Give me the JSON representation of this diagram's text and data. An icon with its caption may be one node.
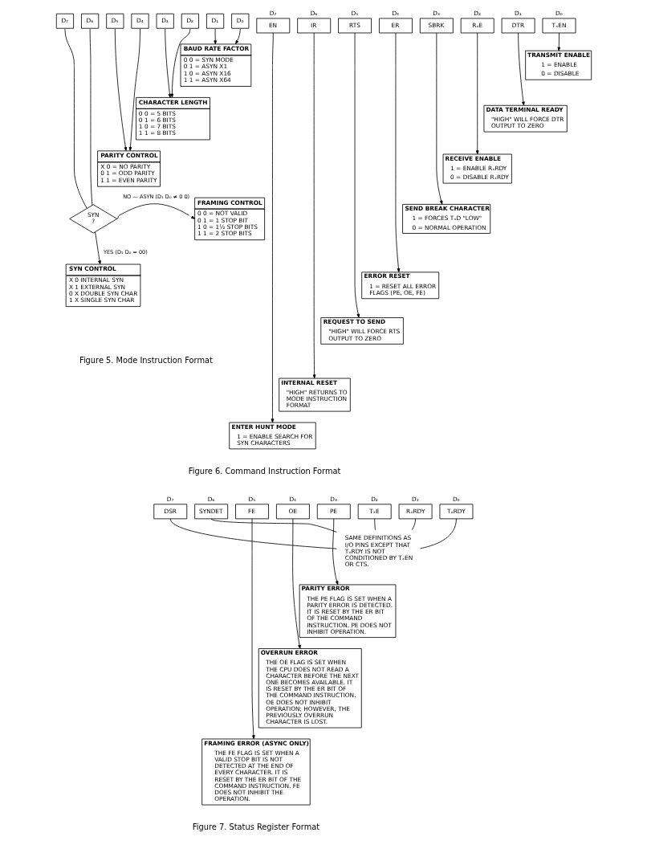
{
  "diagram": {
    "nodes": [
      {
        "text": [
          "D₇"
        ]
      },
      {
        "text": [
          "D₆"
        ]
      },
      {
        "text": [
          "D₅"
        ]
      },
      {
        "text": [
          "D₄"
        ]
      },
      {
        "text": [
          "D₃"
        ]
      },
      {
        "text": [
          "D₂"
        ]
      },
      {
        "text": [
          "D₁"
        ]
      },
      {
        "text": [
          "D₀"
        ]
      },
      {
        "text": [
          "BAUD RATE FACTOR",
          "0 0 = SYN MODE",
          "0 1 = ASYN X1",
          "1 0 = ASYN X16",
          "1 1 = ASYN X64"
        ]
      },
      {
        "text": [
          "CHARACTER LENGTH",
          "0 0 = 5 BITS",
          "0 1 = 6 BITS",
          "1 0 = 7 BITS",
          "1 1 = 8 BITS"
        ]
      },
      {
        "text": [
          "PARITY CONTROL",
          "X 0 = NO PARITY",
          "0 1 = ODD PARITY",
          "1 1 = EVEN PARITY"
        ]
      },
      {
        "text": [
          "SYN ?"
        ]
      },
      {
        "text": [
          "FRAMING CONTROL",
          "0 0 = NOT VALID",
          "0 1 = 1 STOP BIT",
          "1 0 = 1½ STOP BITS",
          "1 1 = 2 STOP BITS"
        ]
      },
      {
        "text": [
          "SYN CONTROL",
          "X 0 INTERNAL SYN",
          "X 1 EXTERNAL SYN",
          "0 X DOUBLE SYN CHAR",
          "1 X SINGLE SYN CHAR"
        ]
      },
      {
        "text": [
          "EN"
        ],
        "beside": [
          "D₇"
        ]
      },
      {
        "text": [
          "IR"
        ],
        "beside": [
          "D₆"
        ]
      },
      {
        "text": [
          "RTS"
        ],
        "beside": [
          "D₅"
        ]
      },
      {
        "text": [
          "ER"
        ],
        "beside": [
          "D₄"
        ]
      },
      {
        "text": [
          "SBRK"
        ],
        "beside": [
          "D₃"
        ]
      },
      {
        "text": [
          "RₓE"
        ],
        "beside": [
          "D₂"
        ]
      },
      {
        "text": [
          "DTR"
        ],
        "beside": [
          "D₁"
        ]
      },
      {
        "text": [
          "TₓEN"
        ],
        "beside": [
          "D₀"
        ]
      },
      {
        "text": [
          "TRANSMIT ENABLE",
          "1 = ENABLE",
          "0 = DISABLE"
        ]
      },
      {
        "text": [
          "DATA TERMINAL READY",
          "\"HIGH\" WILL FORCE DTR OUTPUT TO ZERO"
        ]
      },
      {
        "text": [
          "RECEIVE ENABLE",
          "1 = ENABLE RₓRDY",
          "0 = DISABLE RₓRDY"
        ]
      },
      {
        "text": [
          "SEND BREAK CHARACTER",
          "1 = FORCES TₓD \"LOW\"",
          "0 = NORMAL OPERATION"
        ]
      },
      {
        "text": [
          "ERROR RESET",
          "1 = RESET ALL ERROR FLAGS (PE, OE, FE)"
        ]
      },
      {
        "text": [
          "REQUEST TO SEND",
          "\"HIGH\" WILL FORCE RTS OUTPUT TO ZERO"
        ]
      },
      {
        "text": [
          "INTERNAL RESET",
          "\"HIGH\" RETURNS TO MODE INSTRUCTION FORMAT"
        ]
      },
      {
        "text": [
          "ENTER HUNT MODE",
          "1 = ENABLE SEARCH FOR SYN CHARACTERS"
        ]
      },
      {
        "text": [
          "DSR"
        ],
        "beside": [
          "D₇"
        ]
      },
      {
        "text": [
          "SYNDET"
        ],
        "beside": [
          "D₆"
        ]
      },
      {
        "text": [
          "FE"
        ],
        "beside": [
          "D₅"
        ]
      },
      {
        "text": [
          "OE"
        ],
        "beside": [
          "D₄"
        ]
      },
      {
        "text": [
          "PE"
        ],
        "beside": [
          "D₃"
        ]
      },
      {
        "text": [
          "TₓE"
        ],
        "beside": [
          "D₂"
        ]
      },
      {
        "text": [
          "RₓRDY"
        ],
        "beside": [
          "D₁"
        ]
      },
      {
        "text": [
          "TₓRDY"
        ],
        "beside": [
          "D₀"
        ]
      },
      {
        "text": [
          "SAME DEFINITIONS AS I/O PINS EXCEPT THAT TₓRDY IS NOT CONDITIONED BY TₓEN OR CTS."
        ]
      },
      {
        "text": [
          "PARITY ERROR",
          "THE PE FLAG IS SET WHEN A PARITY ERROR IS DETECTED. IT IS RESET BY THE ER BIT OF THE COMMAND INSTRUCTION. PE DOES NOT INHIBIT OPERATION."
        ]
      },
      {
        "text": [
          "OVERRUN ERROR",
          "THE OE FLAG IS SET WHEN THE CPU DOES NOT READ A CHARACTER BEFORE THE NEXT ONE BECOMES AVAILABLE. IT IS RESET BY THE ER BIT OF THE COMMAND INSTRUCTION. OE DOES NOT INHIBIT OPERATION; HOWEVER, THE PREVIOUSLY OVERRUN CHARACTER IS LOST."
        ]
      },
      {
        "text": [
          "FRAMING ERROR (ASYNC ONLY)",
          "THE FE FLAG IS SET WHEN A VALID STOP BIT IS NOT DETECTED AT THE END OF EVERY CHARACTER. IT IS RESET BY THE ER BIT OF THE COMMAND INSTRUCTION. FE DOES NOT INHIBIT THE OPERATION."
        ]
      }
    ],
    "edges": [
      {
        "from": 6,
        "to": 8,
        "arrow": "to"
      },
      {
        "from": 7,
        "to": 8,
        "arrow": "to"
      },
      {
        "from": 4,
        "to": 9,
        "arrow": "to"
      },
      {
        "from": 5,
        "to": 9,
        "arrow": "to"
      },
      {
        "from": 2,
        "to": 10,
        "arrow": "to"
      },
      {
        "from": 3,
        "to": 10,
        "arrow": "to"
      },
      {
        "from": 0,
        "to": 11,
        "arrow": "none"
      },
      {
        "from": 1,
        "to": 11,
        "arrow": "none"
      },
      {
        "from": 11,
        "to": 12,
        "arrow": "to",
        "label": "NO — ASYN (D₁ D₀ ≠ 0 0)"
      },
      {
        "from": 11,
        "to": 13,
        "arrow": "to",
        "label": "YES (D₁ D₀ = 00)"
      },
      {
        "from": 21,
        "to": 22,
        "arrow": "to"
      },
      {
        "from": 20,
        "to": 23,
        "arrow": "to"
      },
      {
        "from": 19,
        "to": 24,
        "arrow": "to"
      },
      {
        "from": 18,
        "to": 25,
        "arrow": "to"
      },
      {
        "from": 17,
        "to": 26,
        "arrow": "to"
      },
      {
        "from": 16,
        "to": 27,
        "arrow": "to"
      },
      {
        "from": 15,
        "to": 28,
        "arrow": "to"
      },
      {
        "from": 14,
        "to": 29,
        "arrow": "to"
      },
      {
        "from": 30,
        "to": 38,
        "arrow": "none"
      },
      {
        "from": 31,
        "to": 38,
        "arrow": "none"
      },
      {
        "from": 35,
        "to": 38,
        "arrow": "none"
      },
      {
        "from": 36,
        "to": 38,
        "arrow": "none"
      },
      {
        "from": 37,
        "to": 38,
        "arrow": "none"
      },
      {
        "from": 34,
        "to": 39,
        "arrow": "to"
      },
      {
        "from": 33,
        "to": 40,
        "arrow": "to"
      },
      {
        "from": 32,
        "to": 41,
        "arrow": "to"
      }
    ],
    "labels": [
      "Figure 5. Mode Instruction Format",
      "Figure 6. Command Instruction Format",
      "Figure 7. Status Register Format"
    ]
  }
}
